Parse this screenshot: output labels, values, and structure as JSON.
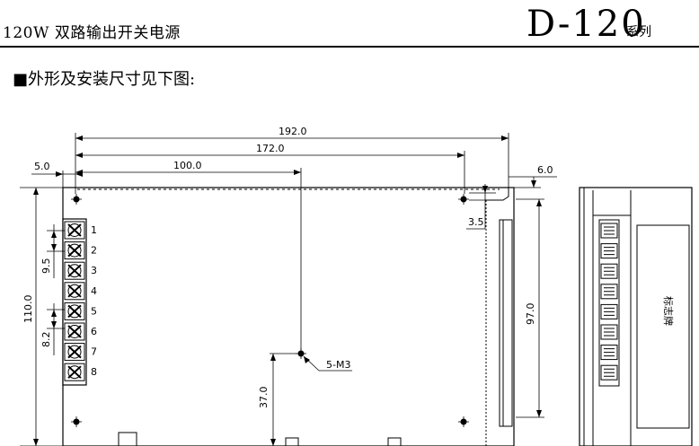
{
  "header": {
    "product_title": "120W 双路输出开关电源",
    "model": "D-120",
    "series": "系列"
  },
  "subtitle": "■外形及安装尺寸见下图:",
  "dimensions": {
    "overall_length": "192.0",
    "hole_span": "172.0",
    "center_hole": "100.0",
    "left_offset": "5.0",
    "right_offset": "6.0",
    "top_offset": "3.5",
    "height": "110.0",
    "hole_height": "97.0",
    "center_hole_height": "37.0",
    "terminal_pitch": "9.5",
    "terminal_group": "8.2"
  },
  "hole_callout": "5-M3",
  "terminals": [
    "1",
    "2",
    "3",
    "4",
    "5",
    "6",
    "7",
    "8"
  ],
  "side_view": {
    "label_plate": "标志牌"
  }
}
